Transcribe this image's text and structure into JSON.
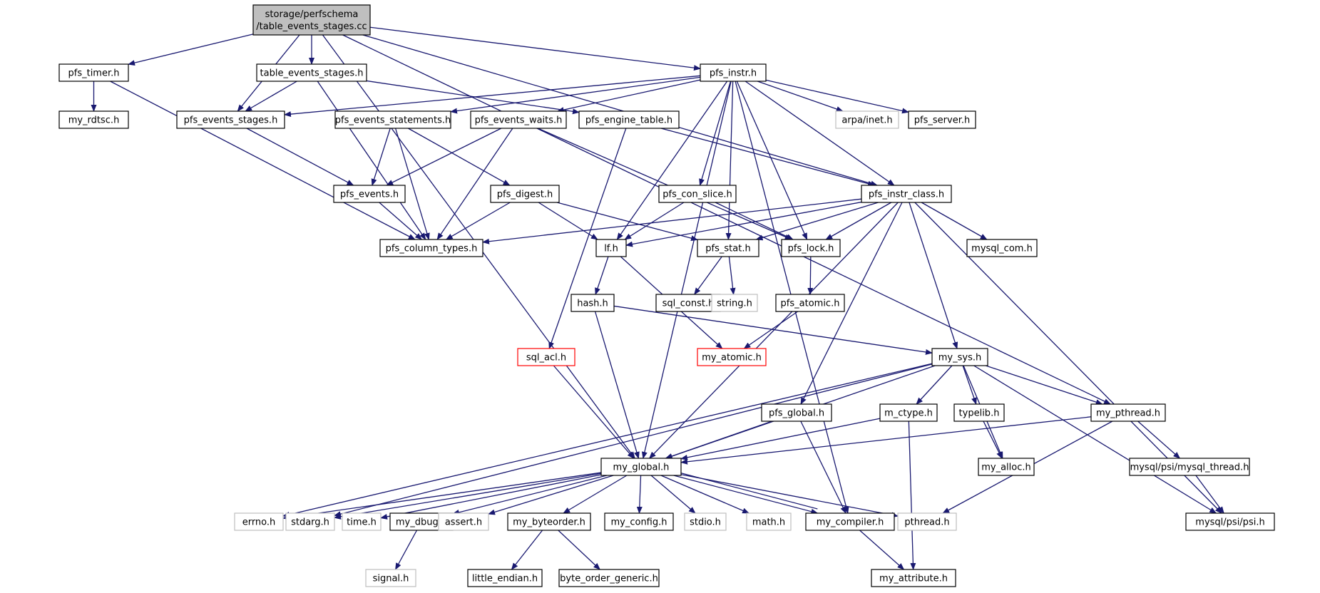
{
  "colors": {
    "edge": "#191970",
    "node_border": "#000000",
    "external_border": "#bfbfbf",
    "external_text": "#7f7f7f",
    "alert_border": "#ff0000",
    "root_fill": "#bfbfbf",
    "node_fill": "#ffffff"
  },
  "nodes": [
    {
      "id": "root",
      "lines": [
        "storage/perfschema",
        "/table_events_stages.cc"
      ],
      "kind": "root"
    },
    {
      "id": "pfs_timer",
      "lines": [
        "pfs_timer.h"
      ],
      "kind": "normal"
    },
    {
      "id": "table_events_stages",
      "lines": [
        "table_events_stages.h"
      ],
      "kind": "normal"
    },
    {
      "id": "pfs_instr",
      "lines": [
        "pfs_instr.h"
      ],
      "kind": "normal"
    },
    {
      "id": "my_rdtsc",
      "lines": [
        "my_rdtsc.h"
      ],
      "kind": "normal"
    },
    {
      "id": "pfs_events_stages",
      "lines": [
        "pfs_events_stages.h"
      ],
      "kind": "normal"
    },
    {
      "id": "pfs_events_statements",
      "lines": [
        "pfs_events_statements.h"
      ],
      "kind": "normal"
    },
    {
      "id": "pfs_events_waits",
      "lines": [
        "pfs_events_waits.h"
      ],
      "kind": "normal"
    },
    {
      "id": "pfs_engine_table",
      "lines": [
        "pfs_engine_table.h"
      ],
      "kind": "normal"
    },
    {
      "id": "arpa_inet",
      "lines": [
        "arpa/inet.h"
      ],
      "kind": "external"
    },
    {
      "id": "pfs_server",
      "lines": [
        "pfs_server.h"
      ],
      "kind": "normal"
    },
    {
      "id": "pfs_events",
      "lines": [
        "pfs_events.h"
      ],
      "kind": "normal"
    },
    {
      "id": "pfs_digest",
      "lines": [
        "pfs_digest.h"
      ],
      "kind": "normal"
    },
    {
      "id": "pfs_con_slice",
      "lines": [
        "pfs_con_slice.h"
      ],
      "kind": "normal"
    },
    {
      "id": "pfs_instr_class",
      "lines": [
        "pfs_instr_class.h"
      ],
      "kind": "normal"
    },
    {
      "id": "pfs_column_types",
      "lines": [
        "pfs_column_types.h"
      ],
      "kind": "normal"
    },
    {
      "id": "lf",
      "lines": [
        "lf.h"
      ],
      "kind": "normal"
    },
    {
      "id": "pfs_stat",
      "lines": [
        "pfs_stat.h"
      ],
      "kind": "normal"
    },
    {
      "id": "pfs_lock",
      "lines": [
        "pfs_lock.h"
      ],
      "kind": "normal"
    },
    {
      "id": "mysql_com",
      "lines": [
        "mysql_com.h"
      ],
      "kind": "normal"
    },
    {
      "id": "hash",
      "lines": [
        "hash.h"
      ],
      "kind": "normal"
    },
    {
      "id": "sql_const",
      "lines": [
        "sql_const.h"
      ],
      "kind": "normal"
    },
    {
      "id": "string",
      "lines": [
        "string.h"
      ],
      "kind": "external"
    },
    {
      "id": "pfs_atomic",
      "lines": [
        "pfs_atomic.h"
      ],
      "kind": "normal"
    },
    {
      "id": "sql_acl",
      "lines": [
        "sql_acl.h"
      ],
      "kind": "alert"
    },
    {
      "id": "my_atomic",
      "lines": [
        "my_atomic.h"
      ],
      "kind": "alert"
    },
    {
      "id": "my_sys",
      "lines": [
        "my_sys.h"
      ],
      "kind": "normal"
    },
    {
      "id": "pfs_global",
      "lines": [
        "pfs_global.h"
      ],
      "kind": "normal"
    },
    {
      "id": "m_ctype",
      "lines": [
        "m_ctype.h"
      ],
      "kind": "normal"
    },
    {
      "id": "typelib",
      "lines": [
        "typelib.h"
      ],
      "kind": "normal"
    },
    {
      "id": "my_pthread",
      "lines": [
        "my_pthread.h"
      ],
      "kind": "normal"
    },
    {
      "id": "my_global",
      "lines": [
        "my_global.h"
      ],
      "kind": "normal"
    },
    {
      "id": "my_alloc",
      "lines": [
        "my_alloc.h"
      ],
      "kind": "normal"
    },
    {
      "id": "mysql_thread",
      "lines": [
        "mysql/psi/mysql_thread.h"
      ],
      "kind": "normal"
    },
    {
      "id": "errno",
      "lines": [
        "errno.h"
      ],
      "kind": "external"
    },
    {
      "id": "stdarg",
      "lines": [
        "stdarg.h"
      ],
      "kind": "external"
    },
    {
      "id": "time",
      "lines": [
        "time.h"
      ],
      "kind": "external"
    },
    {
      "id": "my_dbug",
      "lines": [
        "my_dbug.h"
      ],
      "kind": "normal"
    },
    {
      "id": "assert",
      "lines": [
        "assert.h"
      ],
      "kind": "external"
    },
    {
      "id": "my_byteorder",
      "lines": [
        "my_byteorder.h"
      ],
      "kind": "normal"
    },
    {
      "id": "my_config",
      "lines": [
        "my_config.h"
      ],
      "kind": "normal"
    },
    {
      "id": "stdio",
      "lines": [
        "stdio.h"
      ],
      "kind": "external"
    },
    {
      "id": "math",
      "lines": [
        "math.h"
      ],
      "kind": "external"
    },
    {
      "id": "my_compiler",
      "lines": [
        "my_compiler.h"
      ],
      "kind": "normal"
    },
    {
      "id": "pthread",
      "lines": [
        "pthread.h"
      ],
      "kind": "external"
    },
    {
      "id": "psi",
      "lines": [
        "mysql/psi/psi.h"
      ],
      "kind": "normal"
    },
    {
      "id": "signal",
      "lines": [
        "signal.h"
      ],
      "kind": "external"
    },
    {
      "id": "little_endian",
      "lines": [
        "little_endian.h"
      ],
      "kind": "normal"
    },
    {
      "id": "byte_order_generic",
      "lines": [
        "byte_order_generic.h"
      ],
      "kind": "normal"
    },
    {
      "id": "my_attribute",
      "lines": [
        "my_attribute.h"
      ],
      "kind": "normal"
    }
  ],
  "edges": [
    [
      "root",
      "pfs_timer"
    ],
    [
      "root",
      "table_events_stages"
    ],
    [
      "root",
      "pfs_instr"
    ],
    [
      "root",
      "pfs_events_stages"
    ],
    [
      "root",
      "pfs_instr_class"
    ],
    [
      "root",
      "my_pthread"
    ],
    [
      "root",
      "my_global"
    ],
    [
      "pfs_timer",
      "my_rdtsc"
    ],
    [
      "pfs_timer",
      "pfs_column_types"
    ],
    [
      "table_events_stages",
      "pfs_events_stages"
    ],
    [
      "table_events_stages",
      "pfs_engine_table"
    ],
    [
      "table_events_stages",
      "pfs_column_types"
    ],
    [
      "pfs_instr",
      "pfs_events_stages"
    ],
    [
      "pfs_instr",
      "pfs_events_statements"
    ],
    [
      "pfs_instr",
      "pfs_events_waits"
    ],
    [
      "pfs_instr",
      "arpa_inet"
    ],
    [
      "pfs_instr",
      "pfs_server"
    ],
    [
      "pfs_instr",
      "pfs_instr_class"
    ],
    [
      "pfs_instr",
      "pfs_con_slice"
    ],
    [
      "pfs_instr",
      "lf"
    ],
    [
      "pfs_instr",
      "pfs_stat"
    ],
    [
      "pfs_instr",
      "pfs_lock"
    ],
    [
      "pfs_instr",
      "my_global"
    ],
    [
      "pfs_instr",
      "my_compiler"
    ],
    [
      "pfs_events_stages",
      "pfs_events"
    ],
    [
      "pfs_events_statements",
      "pfs_events"
    ],
    [
      "pfs_events_statements",
      "pfs_digest"
    ],
    [
      "pfs_events_statements",
      "pfs_column_types"
    ],
    [
      "pfs_events_waits",
      "pfs_events"
    ],
    [
      "pfs_events_waits",
      "pfs_lock"
    ],
    [
      "pfs_events_waits",
      "pfs_column_types"
    ],
    [
      "pfs_engine_table",
      "pfs_instr_class"
    ],
    [
      "pfs_engine_table",
      "sql_acl"
    ],
    [
      "pfs_events",
      "pfs_column_types"
    ],
    [
      "pfs_digest",
      "lf"
    ],
    [
      "pfs_digest",
      "pfs_stat"
    ],
    [
      "pfs_digest",
      "pfs_column_types"
    ],
    [
      "pfs_con_slice",
      "lf"
    ],
    [
      "pfs_con_slice",
      "pfs_lock"
    ],
    [
      "pfs_instr_class",
      "pfs_column_types"
    ],
    [
      "pfs_instr_class",
      "lf"
    ],
    [
      "pfs_instr_class",
      "pfs_stat"
    ],
    [
      "pfs_instr_class",
      "pfs_lock"
    ],
    [
      "pfs_instr_class",
      "mysql_com"
    ],
    [
      "pfs_instr_class",
      "my_sys"
    ],
    [
      "pfs_instr_class",
      "pfs_global"
    ],
    [
      "pfs_instr_class",
      "my_global"
    ],
    [
      "pfs_instr_class",
      "psi"
    ],
    [
      "lf",
      "hash"
    ],
    [
      "lf",
      "my_atomic"
    ],
    [
      "pfs_stat",
      "sql_const"
    ],
    [
      "pfs_stat",
      "string"
    ],
    [
      "pfs_lock",
      "pfs_atomic"
    ],
    [
      "pfs_atomic",
      "my_atomic"
    ],
    [
      "hash",
      "my_global"
    ],
    [
      "hash",
      "my_sys"
    ],
    [
      "sql_acl",
      "my_global"
    ],
    [
      "my_sys",
      "my_global"
    ],
    [
      "my_sys",
      "m_ctype"
    ],
    [
      "my_sys",
      "typelib"
    ],
    [
      "my_sys",
      "my_alloc"
    ],
    [
      "my_sys",
      "my_pthread"
    ],
    [
      "my_sys",
      "psi"
    ],
    [
      "my_sys",
      "errno"
    ],
    [
      "my_sys",
      "stdarg"
    ],
    [
      "pfs_global",
      "my_global"
    ],
    [
      "pfs_global",
      "my_compiler"
    ],
    [
      "m_ctype",
      "my_global"
    ],
    [
      "m_ctype",
      "my_attribute"
    ],
    [
      "typelib",
      "my_alloc"
    ],
    [
      "my_pthread",
      "my_global"
    ],
    [
      "my_pthread",
      "mysql_thread"
    ],
    [
      "my_pthread",
      "pthread"
    ],
    [
      "mysql_thread",
      "psi"
    ],
    [
      "my_global",
      "errno"
    ],
    [
      "my_global",
      "stdarg"
    ],
    [
      "my_global",
      "time"
    ],
    [
      "my_global",
      "my_dbug"
    ],
    [
      "my_global",
      "assert"
    ],
    [
      "my_global",
      "my_byteorder"
    ],
    [
      "my_global",
      "my_config"
    ],
    [
      "my_global",
      "stdio"
    ],
    [
      "my_global",
      "math"
    ],
    [
      "my_global",
      "my_compiler"
    ],
    [
      "my_global",
      "pthread"
    ],
    [
      "my_compiler",
      "my_global"
    ],
    [
      "my_compiler",
      "my_attribute"
    ],
    [
      "my_dbug",
      "signal"
    ],
    [
      "my_byteorder",
      "little_endian"
    ],
    [
      "my_byteorder",
      "byte_order_generic"
    ]
  ]
}
